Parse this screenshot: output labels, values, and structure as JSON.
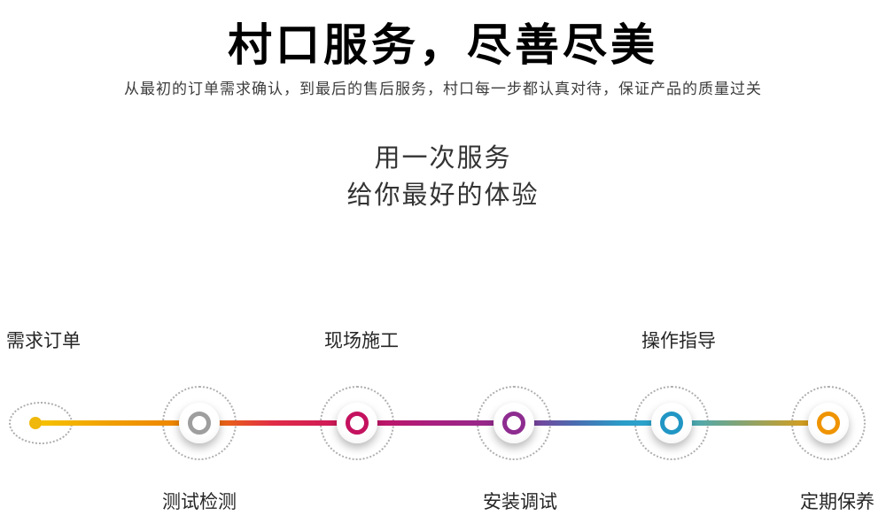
{
  "header": {
    "title": "村口服务，尽善尽美",
    "subtitle": "从最初的订单需求确认，到最后的售后服务，村口每一步都认真对待，保证产品的质量过关"
  },
  "intro": {
    "line1": "用一次服务",
    "line2": "给你最好的体验"
  },
  "timeline": {
    "steps": [
      {
        "label": "需求订单",
        "label_position": "top",
        "marker": "dot",
        "color": "#efb80a"
      },
      {
        "label": "测试检测",
        "label_position": "bottom",
        "marker": "ring",
        "color": "#9e9e9e"
      },
      {
        "label": "现场施工",
        "label_position": "top",
        "marker": "ring",
        "color": "#c4125f"
      },
      {
        "label": "安装调试",
        "label_position": "bottom",
        "marker": "ring",
        "color": "#8e2c90"
      },
      {
        "label": "操作指导",
        "label_position": "top",
        "marker": "ring",
        "color": "#2196c4"
      },
      {
        "label": "定期保养",
        "label_position": "bottom",
        "marker": "ring",
        "color": "#ef9400"
      }
    ],
    "line_gradient": [
      "#f6c400",
      "#ed7d00",
      "#c8125e",
      "#8e2c90",
      "#2fabcf",
      "#f09b00"
    ]
  }
}
